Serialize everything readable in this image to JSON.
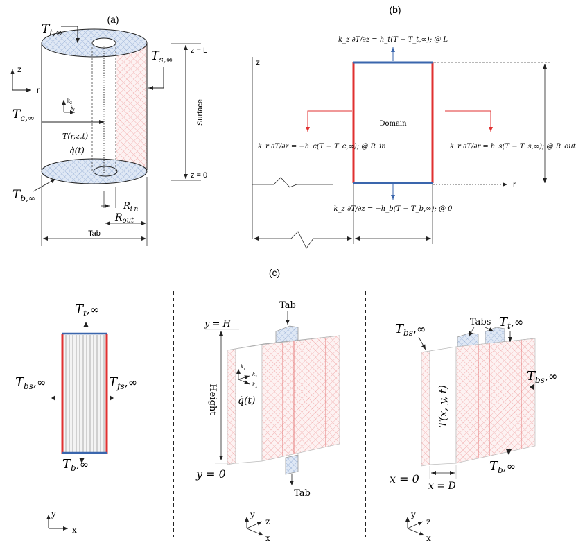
{
  "panel_a": {
    "label": "(a)",
    "T_top": "T",
    "T_top_sub": "t,∞",
    "T_side": "T",
    "T_side_sub": "s,∞",
    "T_core": "T",
    "T_core_sub": "c,∞",
    "T_bottom": "T",
    "T_bottom_sub": "b,∞",
    "axis_z": "z",
    "axis_r": "r",
    "kz": "k",
    "kz_sub": "z",
    "kr": "k",
    "kr_sub": "r",
    "temp_field": "T(r,z,t)",
    "heat_gen": "q̇(t)",
    "z_top": "z = L",
    "z_bottom": "z = 0",
    "surface": "Surface",
    "rin": "R",
    "rin_sub": "i n",
    "rout": "R",
    "rout_sub": "out",
    "tab": "Tab"
  },
  "panel_b": {
    "label": "(b)",
    "axis_z": "z",
    "axis_r": "r",
    "domain": "Domain",
    "bc_top": "k_z ∂T/∂z = h_t(T − T_t,∞);  @ L",
    "bc_left": "k_r ∂T/∂z = −h_c(T − T_c,∞);  @ R_in",
    "bc_right": "k_r ∂T/∂r = h_s(T − T_s,∞);  @ R_out",
    "bc_bottom": "k_z ∂T/∂z = −h_b(T − T_b,∞);  @ 0"
  },
  "panel_c": {
    "label": "(c)",
    "left": {
      "T_top": "T",
      "T_top_sub": "t",
      "T_top_inf": ",∞",
      "T_left": "T",
      "T_left_sub": "bs",
      "T_left_inf": ",∞",
      "T_right": "T",
      "T_right_sub": "fs",
      "T_right_inf": ",∞",
      "T_bottom": "T",
      "T_bottom_sub": "b",
      "T_bottom_inf": ",∞",
      "axis_y": "y",
      "axis_x": "x"
    },
    "middle": {
      "tab_top": "Tab",
      "tab_bottom": "Tab",
      "y_top": "y = H",
      "y_bottom": "y = 0",
      "height": "Height",
      "heat_gen": "q̇(t)",
      "ky": "k",
      "ky_sub": "y",
      "kz": "k",
      "kz_sub": "z",
      "kx": "k",
      "kx_sub": "x",
      "axis_y": "y",
      "axis_z": "z",
      "axis_x": "x"
    },
    "right": {
      "tabs": "Tabs",
      "T_bs_top": "T",
      "T_bs_top_sub": "bs",
      "T_bs_top_inf": ",∞",
      "T_top": "T",
      "T_top_sub": "t",
      "T_top_inf": ",∞",
      "T_bs_right": "T",
      "T_bs_right_sub": "bs",
      "T_bs_right_inf": ",∞",
      "temp_field": "T(x, y, t)",
      "x0": "x = 0",
      "xD": "x = D",
      "T_bottom": "T",
      "T_bottom_sub": "b",
      "T_bottom_inf": ",∞",
      "axis_y": "y",
      "axis_z": "z",
      "axis_x": "x"
    }
  },
  "colors": {
    "red": "#e03030",
    "blue": "#3a66ad",
    "red_hatch": "#f0a0a0",
    "blue_hatch": "#9bb3d6",
    "line": "#222222"
  }
}
